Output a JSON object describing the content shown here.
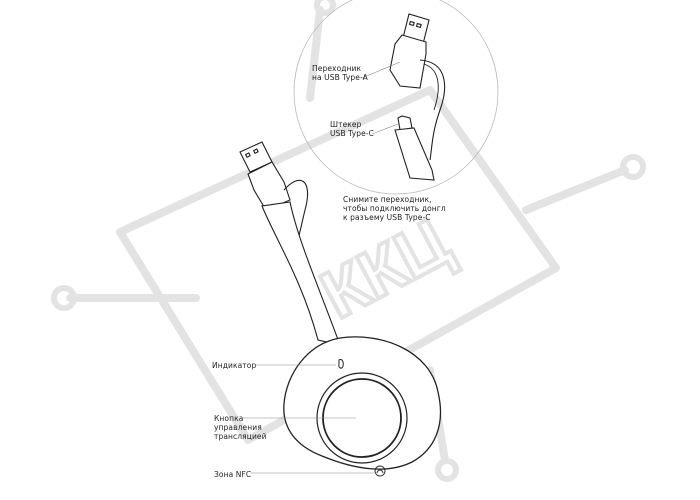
{
  "labels": {
    "adapter": [
      "Переходник",
      "на USB Type-A"
    ],
    "plug": [
      "Штекер",
      "USB Type-C"
    ],
    "remove_hint": [
      "Снимите переходник,",
      "чтобы подключить донгл",
      "к разъему USB Type-C"
    ],
    "indicator": "Индикатор",
    "control_button": [
      "Кнопка",
      "управления",
      "трансляцией"
    ],
    "nfc_zone": "Зона NFC"
  },
  "watermark": {
    "text": "ККЦ",
    "color": "#e3e3e3"
  },
  "colors": {
    "stroke": "#222222",
    "device_fill": "#ffffff",
    "leader_line": "#888888",
    "detail_circle": "#bbbbbb"
  }
}
